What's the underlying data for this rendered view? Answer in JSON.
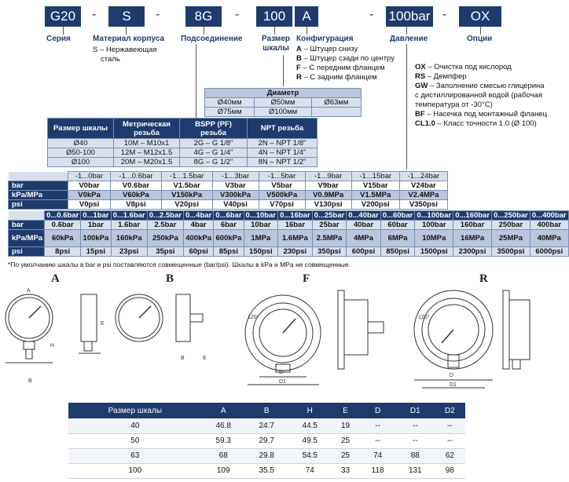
{
  "code": {
    "boxes": [
      "G20",
      "S",
      "8G",
      "100",
      "A",
      "100bar",
      "OX"
    ],
    "dashes": [
      "-",
      "-",
      "-",
      "-",
      "-"
    ]
  },
  "labels": {
    "series": "Серия",
    "body_material": "Материал корпуса",
    "connection": "Подсоединение",
    "scale_size": "Размер шкалы",
    "configuration": "Конфигурация",
    "pressure": "Давление",
    "options": "Опции"
  },
  "material_note": [
    "S – Нержавеющая",
    "сталь"
  ],
  "config_list": [
    {
      "code": "A",
      "text": " – Штуцер снизу"
    },
    {
      "code": "B",
      "text": " – Штуцер сзади по центру"
    },
    {
      "code": "F",
      "text": " – С передним фланцем"
    },
    {
      "code": "R",
      "text": " – С задним фланцем"
    }
  ],
  "options_list": [
    {
      "code": "OX",
      "text": " – Очистка под кислород"
    },
    {
      "code": "RS",
      "text": " – Демпфер"
    },
    {
      "code": "GW",
      "text": " – Заполнение смесью глицерина"
    },
    {
      "code": "",
      "text": "с дистиллированной водой (рабочая"
    },
    {
      "code": "",
      "text": "температура от -30°С)"
    },
    {
      "code": "BF",
      "text": " – Насечка под монтажный фланец"
    },
    {
      "code": "CL1.0",
      "text": " – Класс точности 1.0 (Ø 100)"
    }
  ],
  "diameter_table": {
    "header": "Диаметр",
    "row1": [
      "Ø40мм",
      "Ø50мм",
      "Ø63мм"
    ],
    "row2": [
      "Ø75мм",
      "Ø100мм",
      ""
    ]
  },
  "thread_table": {
    "headers": [
      "Размер шкалы",
      "Метрическая резьба",
      "BSPP (PF) резьба",
      "NPT резьба"
    ],
    "rows": [
      [
        "Ø40",
        "10M – M10x1",
        "2G – G 1/8\"",
        "2N – NPT 1/8\""
      ],
      [
        "Ø50-100",
        "12M – M12x1.5",
        "4G – G 1/4\"",
        "4N – NPT 1/4\""
      ],
      [
        "Ø100",
        "20M – M20x1.5",
        "8G – G 1/2\"",
        "8N – NPT 1/2\""
      ]
    ]
  },
  "vacuum_table": {
    "row_labels": [
      "bar",
      "kPa/MPa",
      "psi"
    ],
    "headers": [
      "-1...0bar",
      "-1...0.6bar",
      "-1...1.5bar",
      "-1...3bar",
      "-1...5bar",
      "-1...9bar",
      "-1...15bar",
      "-1...24bar"
    ],
    "bar": [
      "V0bar",
      "V0.6bar",
      "V1.5bar",
      "V3bar",
      "V5bar",
      "V9bar",
      "V15bar",
      "V24bar"
    ],
    "kpa": [
      "V0kPa",
      "V60kPa",
      "V150kPa",
      "V300kPa",
      "V500kPa",
      "V0.9MPa",
      "V1.5MPa",
      "V2.4MPa"
    ],
    "psi": [
      "V0psi",
      "V8psi",
      "V20psi",
      "V40psi",
      "V70psi",
      "V130psi",
      "V200psi",
      "V350psi"
    ]
  },
  "pressure_table": {
    "row_labels": [
      "bar",
      "kPa/MPa",
      "psi"
    ],
    "headers": [
      "0...0.6bar",
      "0...1bar",
      "0...1.6bar",
      "0...2.5bar",
      "0...4bar",
      "0...6bar",
      "0...10bar",
      "0...16bar",
      "0...25bar",
      "0...40bar",
      "0...60bar",
      "0...100bar",
      "0...160bar",
      "0...250bar",
      "0...400bar"
    ],
    "bar": [
      "0.6bar",
      "1bar",
      "1.6bar",
      "2.5bar",
      "4bar",
      "6bar",
      "10bar",
      "16bar",
      "25bar",
      "40bar",
      "60bar",
      "100bar",
      "160bar",
      "250bar",
      "400bar"
    ],
    "kpa": [
      "60kPa",
      "100kPa",
      "160kPa",
      "250kPa",
      "400kPa",
      "600kPa",
      "1MPa",
      "1.6MPa",
      "2.5MPa",
      "4MPa",
      "6MPa",
      "10MPa",
      "16MPa",
      "25MPa",
      "40MPa"
    ],
    "psi": [
      "8psi",
      "15psi",
      "23psi",
      "35psi",
      "60psi",
      "85psi",
      "150psi",
      "230psi",
      "350psi",
      "600psi",
      "850psi",
      "1500psi",
      "2300psi",
      "3500psi",
      "6000psi"
    ]
  },
  "footnote": "*По умолчанию шкалы в bar и psi поставляются совмещенные (bar/psi). Шкалы в kPa и MPa не совмещенные.",
  "figures": {
    "letters": [
      "A",
      "B",
      "F",
      "R"
    ],
    "dim_labels": {
      "A": "A",
      "H": "H",
      "E": "E",
      "B": "B",
      "D": "D",
      "D1": "D1",
      "D2": "D2",
      "angle": "120°"
    }
  },
  "dim_table": {
    "headers": [
      "Размер шкалы",
      "A",
      "B",
      "H",
      "E",
      "D",
      "D1",
      "D2"
    ],
    "rows": [
      [
        "40",
        "46.8",
        "24.7",
        "44.5",
        "19",
        "--",
        "--",
        "--"
      ],
      [
        "50",
        "59.3",
        "29.7",
        "49.5",
        "25",
        "--",
        "--",
        "--"
      ],
      [
        "63",
        "68",
        "29.8",
        "54.5",
        "25",
        "74",
        "88",
        "62"
      ],
      [
        "100",
        "109",
        "35.5",
        "74",
        "33",
        "118",
        "131",
        "98"
      ]
    ]
  },
  "colors": {
    "navy": "#1f3b6d",
    "light": "#d8e0ee",
    "mid": "#b9c6de"
  }
}
